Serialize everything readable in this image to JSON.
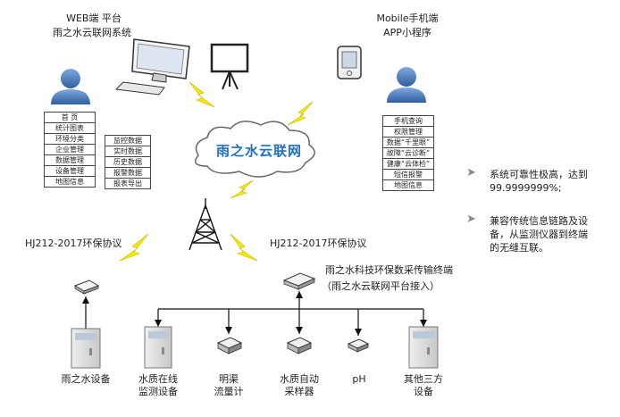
{
  "web": {
    "line1": "WEB端  平台",
    "line2": "雨之水云联网系统"
  },
  "mobile": {
    "line1": "Mobile手机端",
    "line2": "APP小程序"
  },
  "cloud": {
    "label": "雨之水云联网"
  },
  "web_menu_main": [
    "首  页",
    "统计图表",
    "环境分类",
    "企业管理",
    "数据管理",
    "设备管理",
    "地图信息"
  ],
  "web_menu_sub": [
    "监控数据",
    "实时数据",
    "历史数据",
    "报警数据",
    "报表导出"
  ],
  "mobile_menu": [
    "手机查询",
    "权限管理",
    "数据“千里眼”",
    "故障“云诊断”",
    "健康“云体检”",
    "短信报警",
    "地图信息"
  ],
  "protocol_left": "HJ212-2017环保协议",
  "protocol_right": "HJ212-2017环保协议",
  "terminal": {
    "line1": "雨之水科技环保数采传输终端",
    "line2": "（雨之水云联网平台接入）"
  },
  "features": [
    {
      "line1": "系统可靠性极高，达到",
      "line2": "99.9999999%;",
      "line3": ""
    },
    {
      "line1": "兼容传统信息链路及设",
      "line2": "备，从监测仪器到终端",
      "line3": "的无缝互联。"
    }
  ],
  "devices": [
    {
      "line1": "雨之水设备",
      "line2": ""
    },
    {
      "line1": "水质在线",
      "line2": "监测设备"
    },
    {
      "line1": "明渠",
      "line2": "流量计"
    },
    {
      "line1": "水质自动",
      "line2": "采样器"
    },
    {
      "line1": "pH",
      "line2": ""
    },
    {
      "line1": "其他三方",
      "line2": "设备"
    }
  ],
  "colors": {
    "cloud_text": "#1f6fc2",
    "user_icon": "#4a7fc0",
    "bolt": "#f2e600"
  }
}
